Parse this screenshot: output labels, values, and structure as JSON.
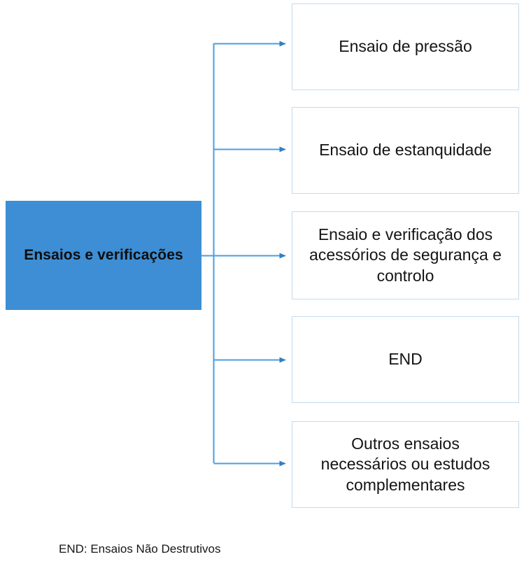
{
  "diagram": {
    "type": "tree",
    "orientation": "left-to-right",
    "root": {
      "label": "Ensaios e verificações",
      "fill_color": "#3d8ed4",
      "text_color": "#0d0d0d"
    },
    "branches": [
      {
        "id": "pressao",
        "label": "Ensaio de pressão"
      },
      {
        "id": "estanquidade",
        "label": "Ensaio de estanquidade"
      },
      {
        "id": "acessorios",
        "label": "Ensaio e verificação dos\nacessórios de segurança e\ncontrolo"
      },
      {
        "id": "end",
        "label": "END"
      },
      {
        "id": "outros",
        "label": "Outros ensaios\nnecessários ou estudos\ncomplementares"
      }
    ],
    "connector": {
      "line_color": "#4a9ee0",
      "arrow_color": "#2f7fc4",
      "node_border_color": "#c3dcef",
      "node_fill_color": "#ffffff"
    },
    "caption": "END: Ensaios Não Destrutivos"
  }
}
